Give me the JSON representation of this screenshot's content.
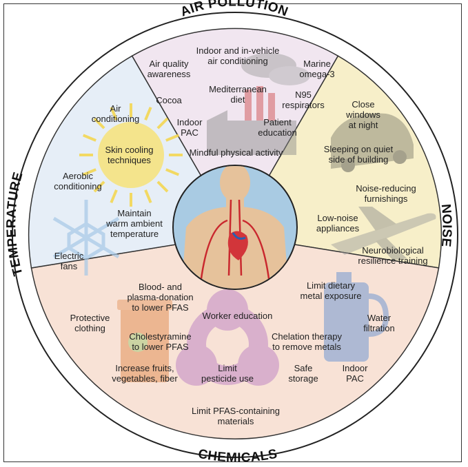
{
  "sections": {
    "air_pollution": {
      "title": "AIR POLLUTION",
      "color": "#f1e6f0",
      "labels": [
        "Air quality\nawareness",
        "Indoor and in-vehicle\nair conditioning",
        "Marine\nomega-3",
        "Cocoa",
        "Mediterranean\ndiet",
        "N95\nrespirators",
        "Indoor\nPAC",
        "Patient\neducation",
        "Mindful physical activity"
      ]
    },
    "noise": {
      "title": "NOISE",
      "color": "#f7efc9",
      "labels": [
        "Close\nwindows\nat night",
        "Sleeping on quiet\nside of building",
        "Noise-reducing\nfurnishings",
        "Low-noise\nappliances",
        "Neurobiological\nresilience training"
      ]
    },
    "chemicals": {
      "title": "CHEMICALS",
      "color": "#f8e2d6",
      "labels": [
        "Blood- and\nplasma-donation\nto lower PFAS",
        "Limit dietary\nmetal exposure",
        "Protective\nclothing",
        "Worker education",
        "Water\nfiltration",
        "Cholestyramine\nto lower PFAS",
        "Chelation therapy\nto remove metals",
        "Increase fruits,\nvegetables, fiber",
        "Limit\npesticide use",
        "Safe\nstorage",
        "Indoor\nPAC",
        "Limit PFAS-containing\nmaterials"
      ]
    },
    "temperature": {
      "title": "TEMPERATURE",
      "color": "#e6eef7",
      "labels": [
        "Air\nconditioning",
        "Skin cooling\ntechniques",
        "Aerobic\nconditioning",
        "Maintain\nwarm ambient\ntemperature",
        "Electric\nfans"
      ]
    }
  },
  "center": {
    "icon": "human-heart-vessels-icon",
    "bg": "#a9cbe3"
  },
  "icons": {
    "air_pollution": "factory-icon",
    "noise_car": "car-icon",
    "noise_plane": "airplane-icon",
    "chemicals": "biohazard-icon",
    "chemicals_jug": "water-jug-icon",
    "chemicals_jar": "jar-icon",
    "temperature_sun": "sun-icon",
    "temperature_snow": "snowflake-icon"
  }
}
